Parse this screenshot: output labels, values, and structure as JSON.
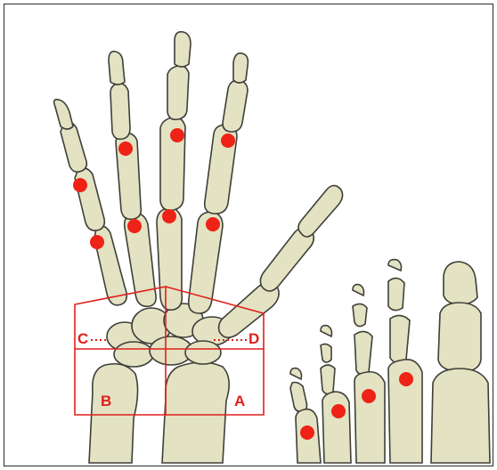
{
  "figure": {
    "regions": {
      "A": "A",
      "B": "B",
      "C": "C",
      "D": "D"
    }
  }
}
